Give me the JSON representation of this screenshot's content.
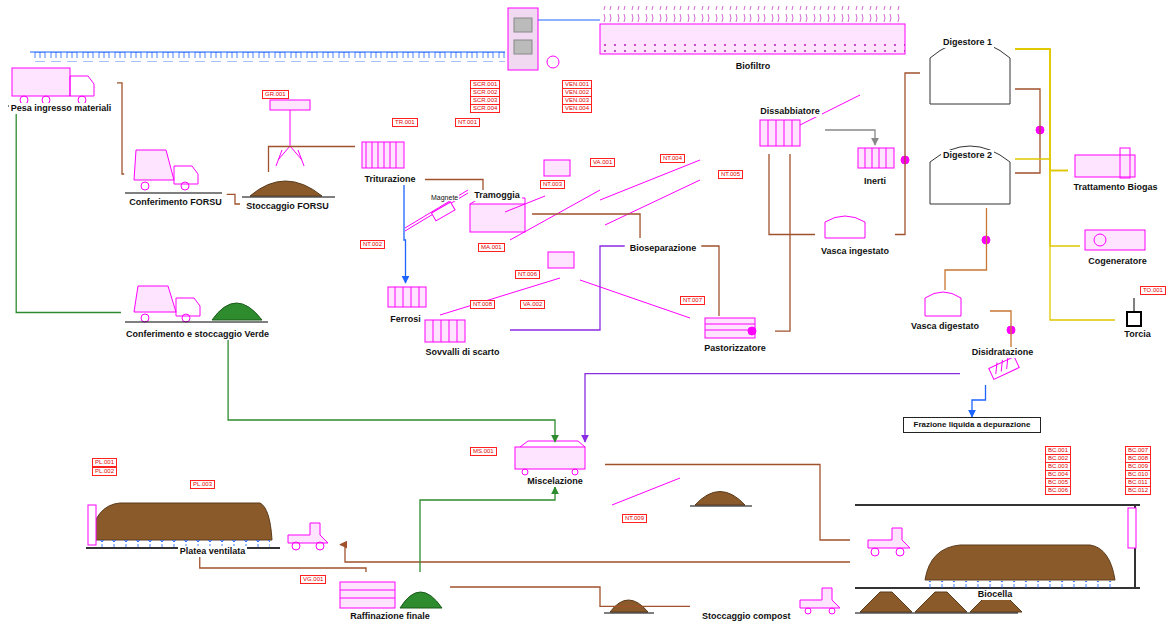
{
  "diagram": {
    "nodes": [
      {
        "text": [
          "Pesa ingresso materiali"
        ]
      },
      {
        "text": [
          "Conferimento FORSU"
        ]
      },
      {
        "text": [
          "Stoccaggio FORSU"
        ]
      },
      {
        "text": [
          "Triturazione"
        ]
      },
      {
        "text": [
          "Ferrosi"
        ]
      },
      {
        "text": [
          "Tramoggia"
        ]
      },
      {
        "text": [
          "Bioseparazione"
        ]
      },
      {
        "text": [
          "Sovvalli di scarto"
        ]
      },
      {
        "text": [
          "Pastorizzatore"
        ]
      },
      {
        "text": [
          "Dissabbiatore"
        ]
      },
      {
        "text": [
          "Inerti"
        ]
      },
      {
        "text": [
          "Vasca ingestato"
        ]
      },
      {
        "text": [
          "Digestore 1"
        ]
      },
      {
        "text": [
          "Digestore 2"
        ]
      },
      {
        "text": [
          "Trattamento Biogas"
        ]
      },
      {
        "text": [
          "Cogeneratore"
        ]
      },
      {
        "text": [
          "Torcia"
        ]
      },
      {
        "text": [
          "Vasca digestato"
        ]
      },
      {
        "text": [
          "Disidratazione"
        ]
      },
      {
        "text": [
          "Frazione liquida a depurazione"
        ]
      },
      {
        "text": [
          "Conferimento e stoccaggio Verde"
        ]
      },
      {
        "text": [
          "Miscelazione"
        ]
      },
      {
        "text": [
          "Biocella"
        ]
      },
      {
        "text": [
          "Platea ventilata"
        ]
      },
      {
        "text": [
          "Raffinazione finale"
        ]
      },
      {
        "text": [
          "Stoccaggio compost"
        ]
      },
      {
        "text": [
          "Biofiltro"
        ]
      }
    ],
    "edges": [
      {
        "from": 0,
        "to": 1,
        "arrow": "none"
      },
      {
        "from": 0,
        "to": 20,
        "arrow": "none"
      },
      {
        "from": 1,
        "to": 2,
        "arrow": "none"
      },
      {
        "from": 2,
        "to": 3,
        "arrow": "none"
      },
      {
        "from": 3,
        "to": 4,
        "arrow": "to"
      },
      {
        "from": 3,
        "to": 5,
        "arrow": "none"
      },
      {
        "from": 5,
        "to": 6,
        "arrow": "none"
      },
      {
        "from": 6,
        "to": 7,
        "arrow": "none"
      },
      {
        "from": 6,
        "to": 8,
        "arrow": "none"
      },
      {
        "from": 8,
        "to": 9,
        "arrow": "none"
      },
      {
        "from": 9,
        "to": 10,
        "arrow": "to"
      },
      {
        "from": 9,
        "to": 11,
        "arrow": "none"
      },
      {
        "from": 11,
        "to": 12,
        "arrow": "none"
      },
      {
        "from": 12,
        "to": 13,
        "arrow": "none"
      },
      {
        "from": 13,
        "to": 17,
        "arrow": "none"
      },
      {
        "from": 12,
        "to": 14,
        "arrow": "none"
      },
      {
        "from": 12,
        "to": 15,
        "arrow": "none"
      },
      {
        "from": 12,
        "to": 16,
        "arrow": "none"
      },
      {
        "from": 13,
        "to": 14,
        "arrow": "none"
      },
      {
        "from": 17,
        "to": 18,
        "arrow": "none"
      },
      {
        "from": 18,
        "to": 19,
        "arrow": "to"
      },
      {
        "from": 18,
        "to": 21,
        "arrow": "to"
      },
      {
        "from": 20,
        "to": 21,
        "arrow": "to"
      },
      {
        "from": 21,
        "to": 22,
        "arrow": "none"
      },
      {
        "from": 22,
        "to": 23,
        "arrow": "to"
      },
      {
        "from": 23,
        "to": 24,
        "arrow": "none"
      },
      {
        "from": 24,
        "to": 25,
        "arrow": "none"
      },
      {
        "from": 24,
        "to": 21,
        "arrow": "to"
      }
    ],
    "labels": [
      "Magnete",
      "GR.001",
      "TR.001",
      "NT.001",
      "NT.002",
      "MA.001",
      "NT.003",
      "VA.001",
      "NT.004",
      "NT.005",
      "NT.006",
      "VA.002",
      "NT.007",
      "NT.008",
      "SCR.001",
      "SCR.002",
      "SCR.003",
      "SCR.004",
      "VEN.001",
      "VEN.002",
      "VEN.003",
      "VEN.004",
      "MS.001",
      "NT.009",
      "PL.001",
      "PL.002",
      "PL.003",
      "VG.001",
      "BC.001",
      "BC.002",
      "BC.003",
      "BC.004",
      "BC.005",
      "BC.006",
      "BC.007",
      "BC.008",
      "BC.009",
      "BC.010",
      "BC.011",
      "BC.012",
      "TO.001"
    ]
  }
}
